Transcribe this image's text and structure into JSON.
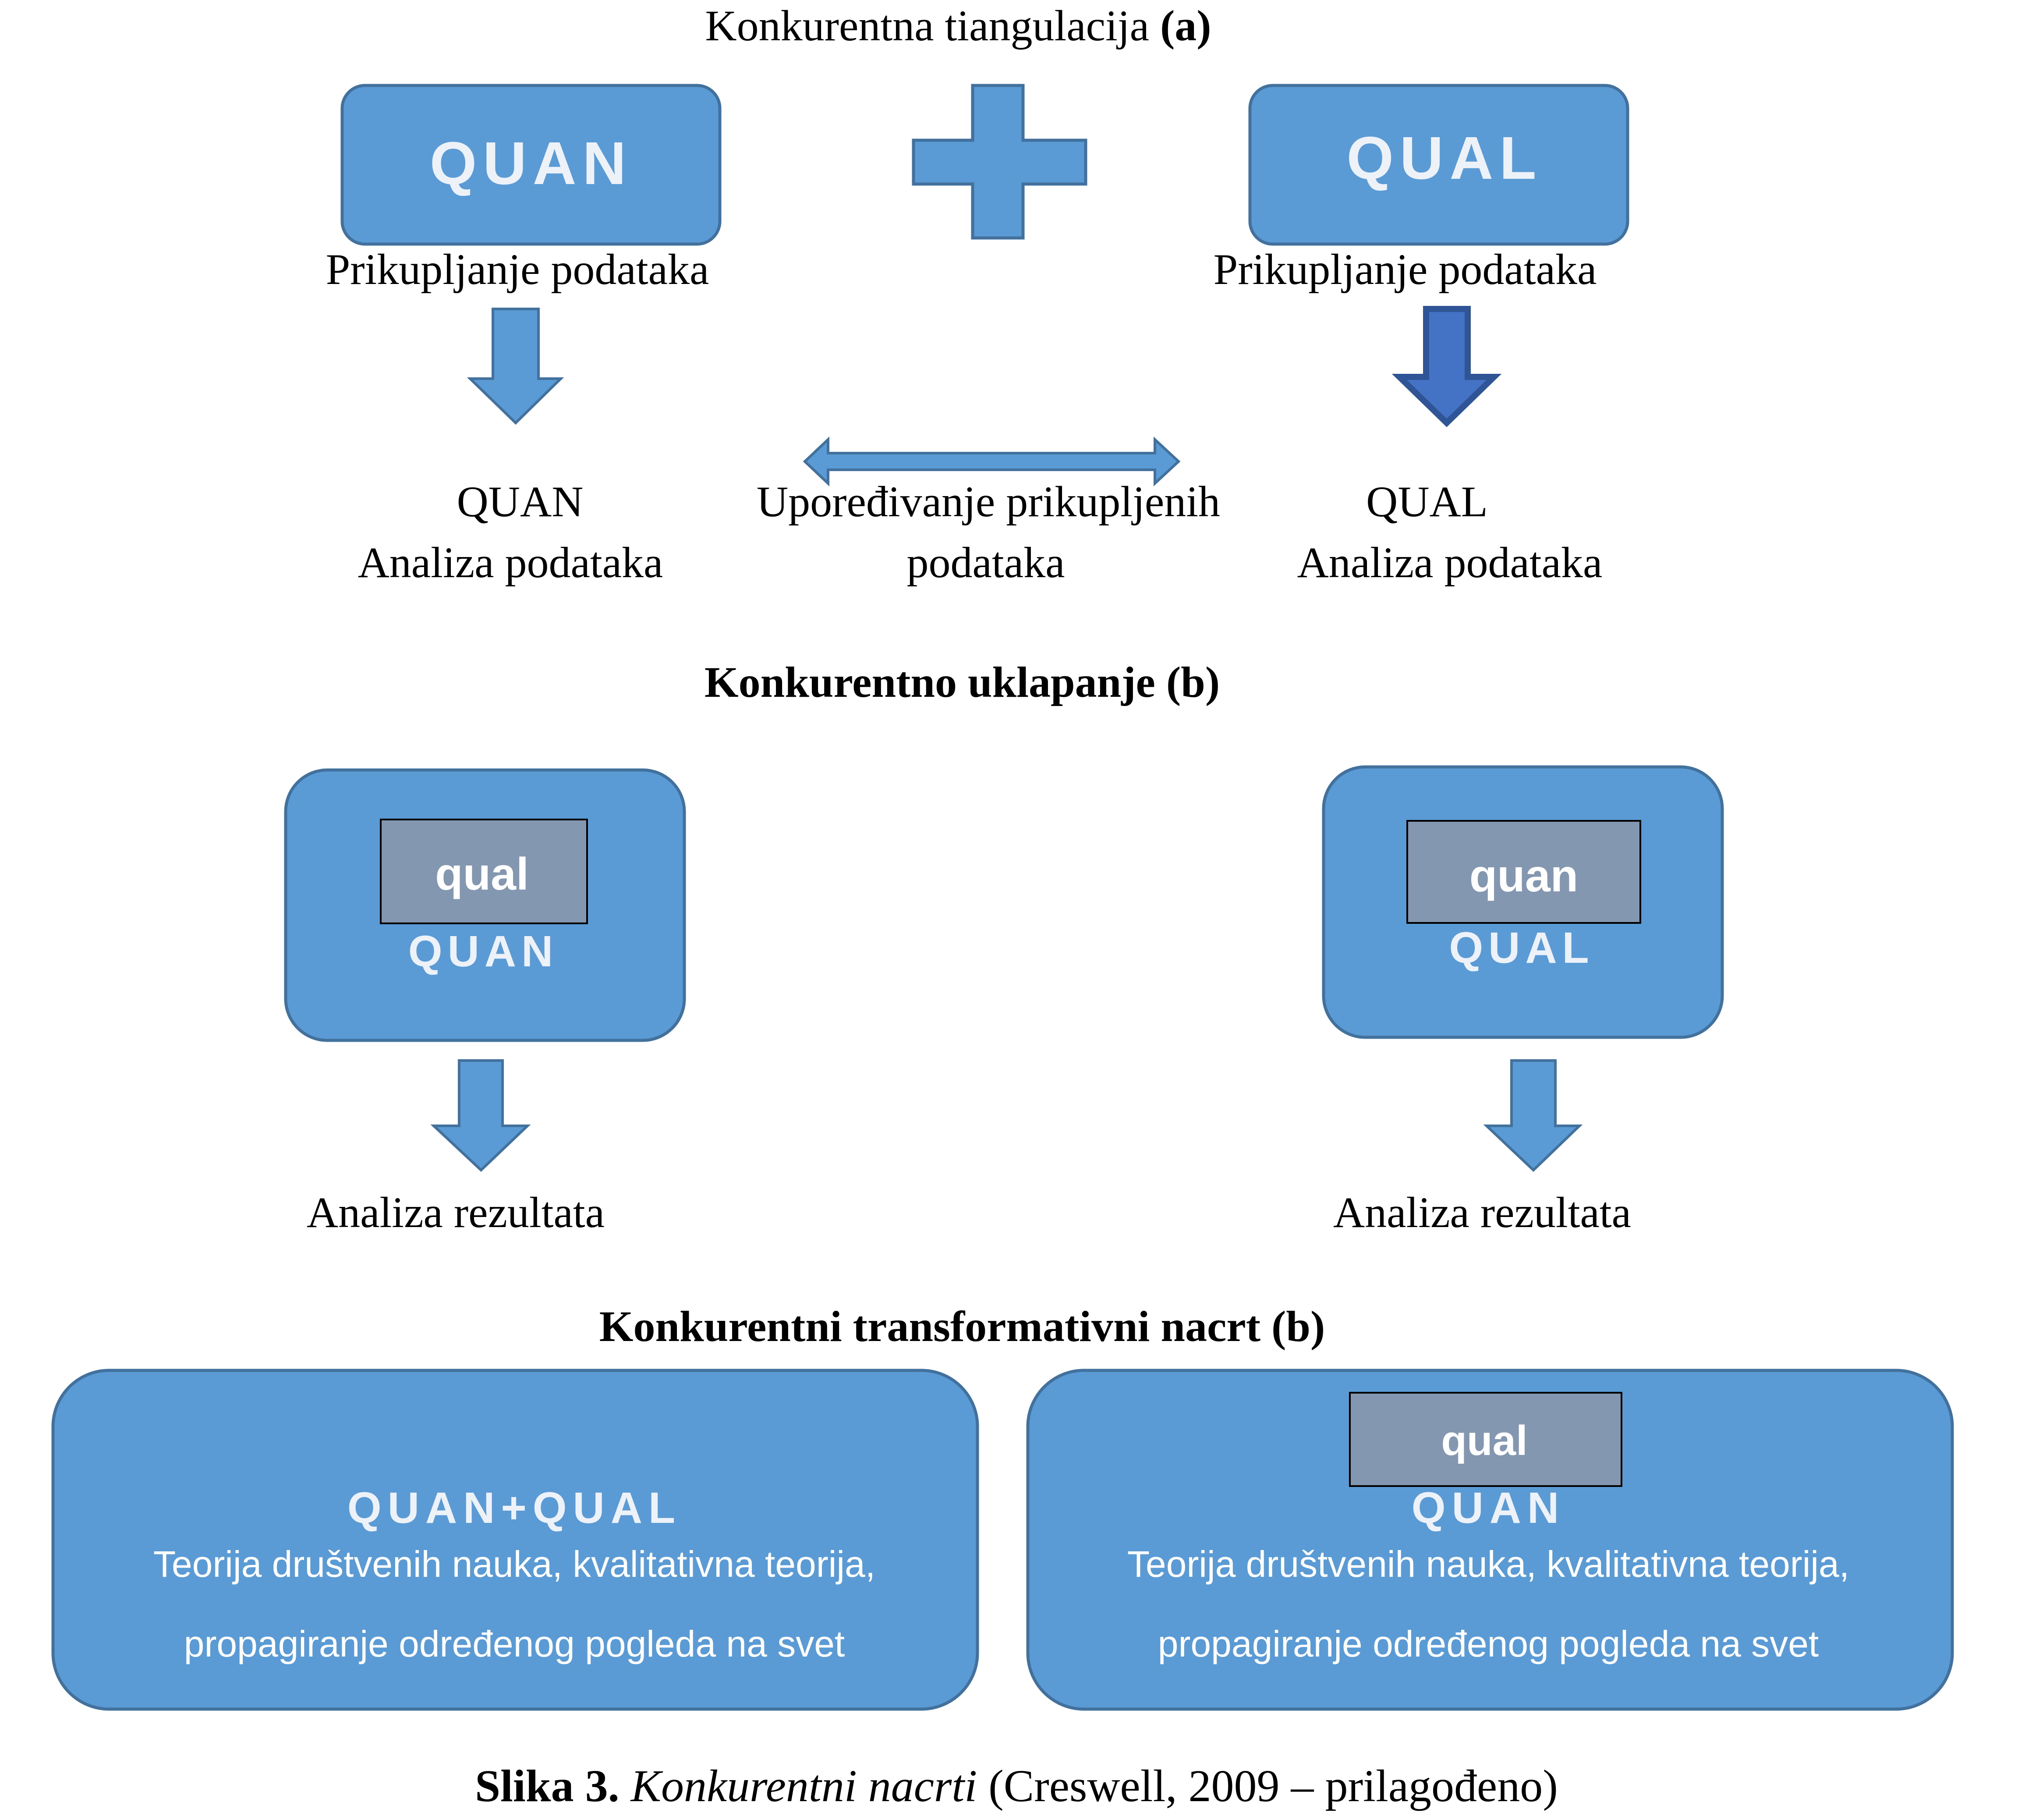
{
  "colors": {
    "box_fill": "#5B9BD5",
    "box_border": "#41719C",
    "arrow_dark": "#4472C4",
    "inner_box_fill": "#8497B0",
    "box_text": "#FFFFFF",
    "box_text_soft": "#EDF2F8"
  },
  "section_a": {
    "title_main": "Konkurentna tiangulacija ",
    "title_mark": "(a)",
    "quan_box": "QUAN",
    "qual_box": "QUAL",
    "plus_icon": "plus-icon",
    "quan_collect": "Prikupljanje podataka",
    "qual_collect": "Prikupljanje podataka",
    "quan_analysis_line1": "QUAN",
    "quan_analysis_line2": "Analiza podataka",
    "qual_analysis_line1": "QUAL",
    "qual_analysis_line2": "Analiza podataka",
    "compare_line1": "Upoređivanje prikupljenih",
    "compare_line2": "podataka"
  },
  "section_b": {
    "title": "Konkurentno uklapanje (b)",
    "left_inner": "qual",
    "left_main": "QUAN",
    "right_inner": "quan",
    "right_main": "QUAL",
    "left_result": "Analiza rezultata",
    "right_result": "Analiza rezultata"
  },
  "section_c": {
    "title": "Konkurentni transformativni nacrt (b)",
    "left_main": "QUAN+QUAL",
    "left_line1": "Teorija društvenih nauka, kvalitativna teorija,",
    "left_line2": "propagiranje određenog pogleda na svet",
    "right_inner": "qual",
    "right_main": "QUAN",
    "right_line1": "Teorija društvenih nauka, kvalitativna teorija,",
    "right_line2": "propagiranje određenog pogleda na svet"
  },
  "caption": {
    "label": "Slika 3.",
    "title": "Konkurentni nacrti",
    "source": " (Creswell, 2009 – prilagođeno)"
  }
}
